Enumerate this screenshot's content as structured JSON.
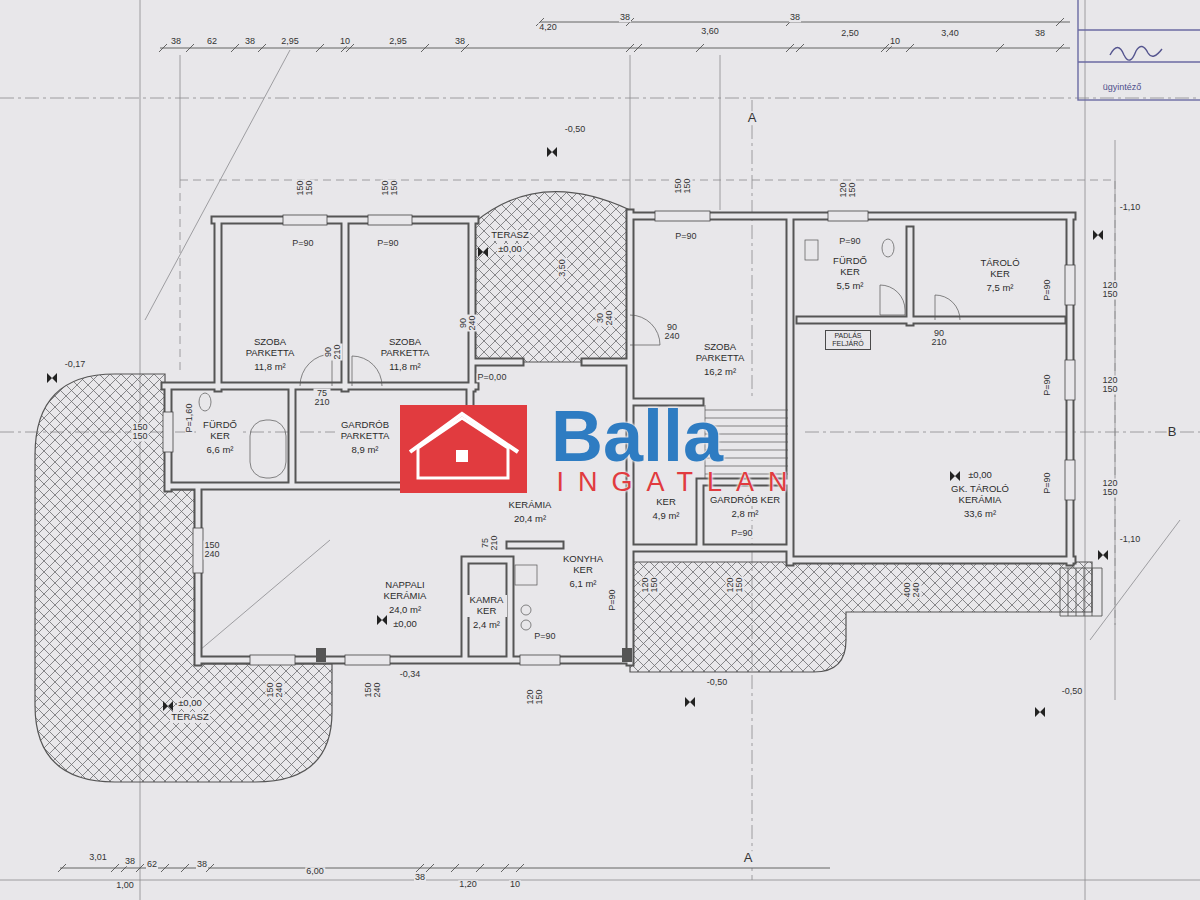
{
  "diagram": {
    "nodes": [
      {
        "text": [
          "SZOBA PARKETTA",
          "11,8 m²"
        ]
      },
      {
        "text": [
          "SZOBA PARKETTA",
          "11,8 m²"
        ]
      },
      {
        "text": [
          "TERASZ",
          "±0,00"
        ]
      },
      {
        "text": [
          "SZOBA PARKETTA",
          "16,2 m²"
        ]
      },
      {
        "text": [
          "FÜRDŐ KER",
          "5,5 m²"
        ]
      },
      {
        "text": [
          "TÁROLÓ KER",
          "7,5 m²"
        ]
      },
      {
        "text": [
          "FÜRDŐ KER",
          "6,6 m²"
        ]
      },
      {
        "text": [
          "GARDRÓB PARKETTA",
          "8,9 m²"
        ]
      },
      {
        "text": [
          "KERÁMIA",
          "20,4 m²"
        ]
      },
      {
        "text": [
          "KER",
          "4,9 m²"
        ]
      },
      {
        "text": [
          "GARDRÓB KER",
          "2,8 m²"
        ]
      },
      {
        "text": [
          "±0,00",
          "GK. TÁROLÓ KERÁMIA",
          "33,6 m²"
        ]
      },
      {
        "text": [
          "PADLÁS FELJÁRÓ"
        ],
        "in": 11
      },
      {
        "text": [
          "NAPPALI KERÁMIA",
          "24,0 m²",
          "±0,00"
        ]
      },
      {
        "text": [
          "KAMRA KER",
          "2,4 m²"
        ]
      },
      {
        "text": [
          "KONYHA KER",
          "6,1 m²"
        ]
      },
      {
        "text": [
          "±0,00",
          "TERASZ"
        ]
      }
    ],
    "labels": [
      "38",
      "62",
      "38",
      "2,95",
      "10",
      "2,95",
      "38",
      "4,20",
      "38",
      "3,60",
      "38",
      "2,50",
      "10",
      "3,40",
      "38",
      "150 150",
      "150 150",
      "150 150",
      "120 150",
      "120 150",
      "120 150",
      "120 150",
      "150 150",
      "150 240",
      "150 240",
      "150 240",
      "120 150",
      "120 150",
      "120 150",
      "400 240",
      "P=90",
      "P=90",
      "P=90",
      "P=90",
      "P=90",
      "P=90",
      "P=90",
      "P=90",
      "P=90",
      "P=90",
      "P=1,60",
      "P=0,00",
      "90 210",
      "75 210",
      "90 240",
      "90 210",
      "75 210",
      "30 240",
      "90 240",
      "3,50",
      "-0,50",
      "-0,17",
      "-1,10",
      "-1,10",
      "-0,50",
      "-0,34",
      "-0,50",
      "A",
      "A",
      "B",
      "3,01",
      "38",
      "62",
      "38",
      "1,00",
      "6,00",
      "38",
      "1,20",
      "10",
      "ügyintéző",
      "Balla",
      "INGATLAN"
    ]
  }
}
